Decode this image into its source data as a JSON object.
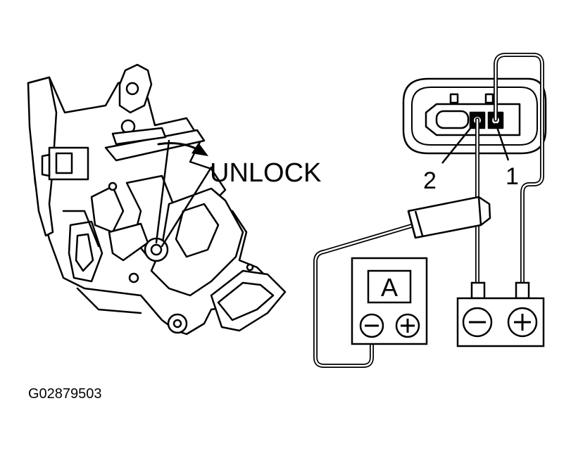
{
  "labels": {
    "unlock": "UNLOCK",
    "pin_1": "1",
    "pin_2": "2",
    "ammeter": "A",
    "figure_id": "G02879503"
  },
  "icons": {
    "ammeter_minus": "minus-circle-icon",
    "ammeter_plus": "plus-circle-icon",
    "battery_minus": "minus-circle-icon",
    "battery_plus": "plus-circle-icon"
  },
  "colors": {
    "line": "#000000",
    "background": "#ffffff"
  }
}
